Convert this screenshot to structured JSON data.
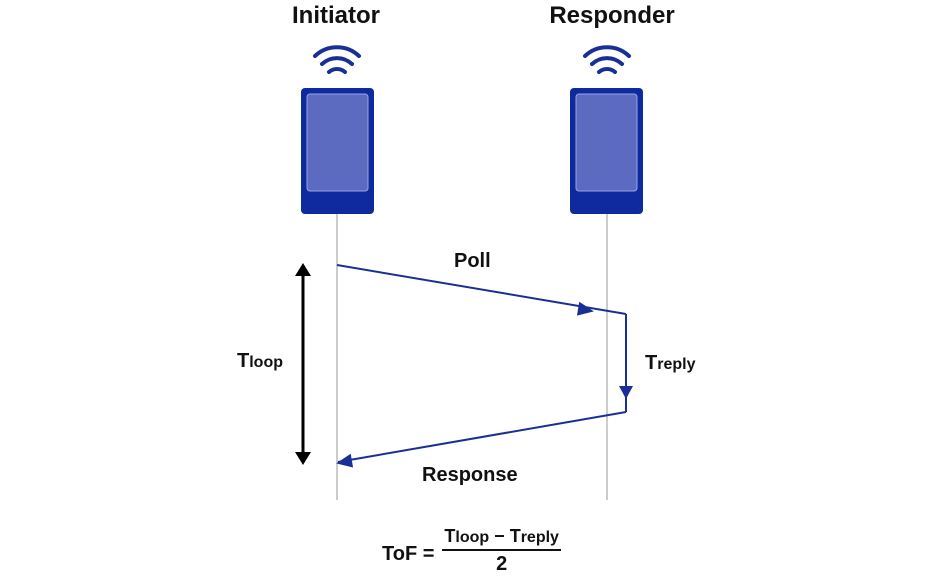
{
  "diagram": {
    "initiator": {
      "title": "Initiator"
    },
    "responder": {
      "title": "Responder"
    },
    "messages": {
      "poll": "Poll",
      "response": "Response"
    },
    "timing": {
      "tloop": {
        "main": "T",
        "sub": "loop"
      },
      "treply": {
        "main": "T",
        "sub": "reply"
      }
    },
    "formula": {
      "lhs": "ToF =",
      "numerator": {
        "t1_main": "T",
        "t1_sub": "loop",
        "minus": " − ",
        "t2_main": "T",
        "t2_sub": "reply"
      },
      "denominator": "2"
    },
    "colors": {
      "device_body": "#0f2a9e",
      "device_screen": "#5c6bc0",
      "arrow": "#1a2f96",
      "timeline": "#cccccc",
      "dimension_arrow": "#000000"
    }
  }
}
